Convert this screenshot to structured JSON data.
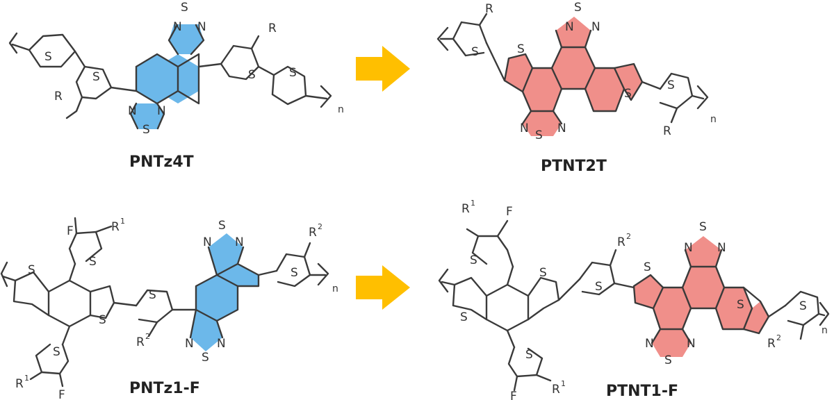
{
  "labels": {
    "top_left": "PNTz4T",
    "top_right": "PTNT2T",
    "bottom_left": "PNTz1-F",
    "bottom_right": "PTNT1-F"
  },
  "atoms": {
    "sulfur": "S",
    "nitrogen": "N",
    "fluorine": "F",
    "r": "R",
    "r1": "R",
    "r1_sup": "1",
    "r2": "R",
    "r2_sup": "2",
    "repeat": "n"
  },
  "colors": {
    "naphthobisthiadiazole_core": "#6cb8ea",
    "thiophene_fused_core": "#f08f8a",
    "arrow": "#ffbf00"
  }
}
